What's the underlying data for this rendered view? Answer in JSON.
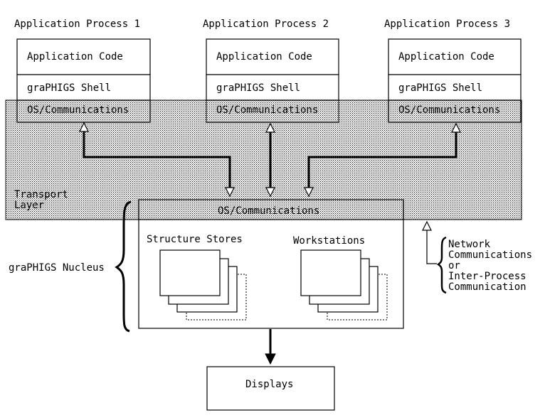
{
  "processes": [
    {
      "title": "Application Process 1",
      "code": "Application Code",
      "shell": "graPHIGS Shell",
      "os": "OS/Communications"
    },
    {
      "title": "Application Process 2",
      "code": "Application Code",
      "shell": "graPHIGS Shell",
      "os": "OS/Communications"
    },
    {
      "title": "Application Process 3",
      "code": "Application Code",
      "shell": "graPHIGS Shell",
      "os": "OS/Communications"
    }
  ],
  "transport": {
    "line1": "Transport",
    "line2": "Layer"
  },
  "nucleus": {
    "label": "graPHIGS Nucleus",
    "os": "OS/Communications",
    "structure_stores": "Structure Stores",
    "workstations": "Workstations"
  },
  "network_note": [
    "Network",
    "Communications",
    "or",
    "Inter-Process",
    "Communication"
  ],
  "displays": "Displays"
}
